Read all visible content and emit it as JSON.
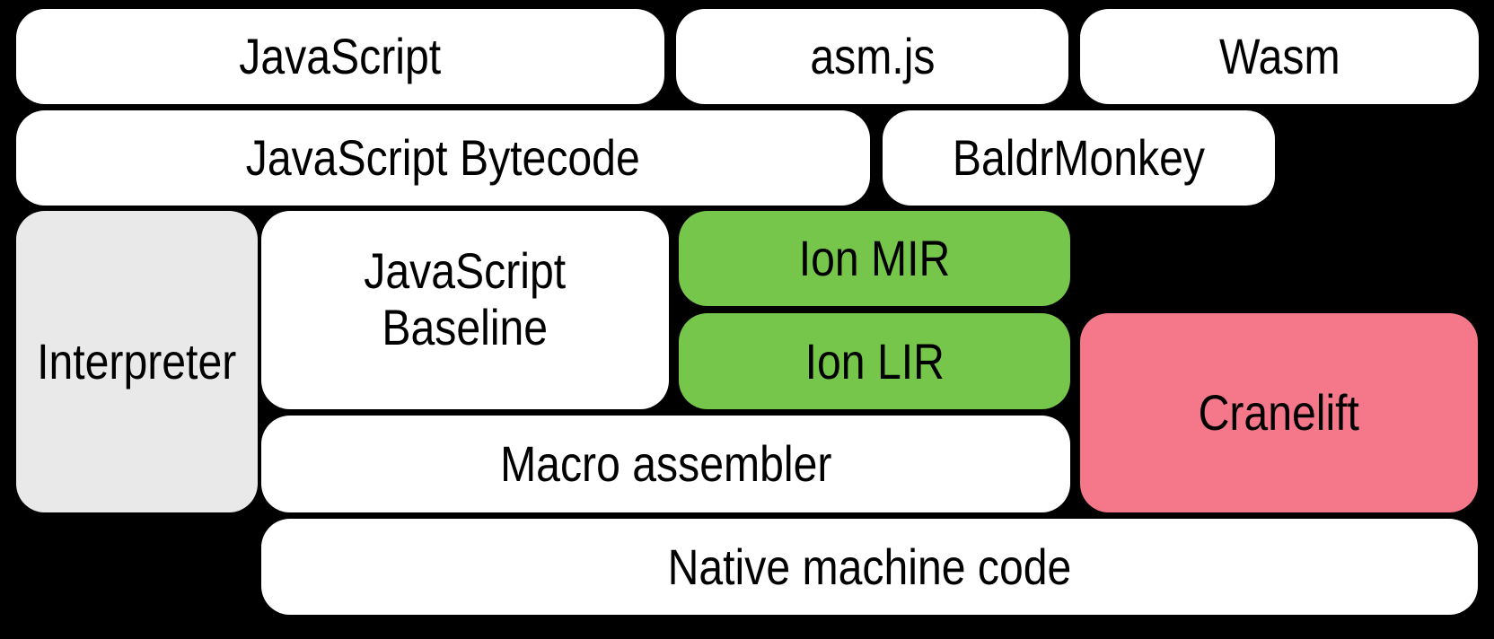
{
  "diagram": {
    "background": "#000000",
    "colors": {
      "box_white": "#ffffff",
      "box_gray": "#e9e9e9",
      "box_green": "#75c64a",
      "box_pink": "#f4788a",
      "text": "#000000"
    },
    "boxes": {
      "javascript": {
        "label": "JavaScript"
      },
      "asmjs": {
        "label": "asm.js"
      },
      "wasm": {
        "label": "Wasm"
      },
      "bytecode": {
        "label": "JavaScript Bytecode"
      },
      "baldrmonkey": {
        "label": "BaldrMonkey"
      },
      "interpreter": {
        "label": "Interpreter"
      },
      "baseline": {
        "label": "JavaScript Baseline",
        "line1": "JavaScript",
        "line2": "Baseline"
      },
      "ion_mir": {
        "label": "Ion MIR"
      },
      "ion_lir": {
        "label": "Ion LIR"
      },
      "cranelift": {
        "label": "Cranelift"
      },
      "macro_assembler": {
        "label": "Macro assembler"
      },
      "native_code": {
        "label": "Native machine code"
      }
    }
  }
}
